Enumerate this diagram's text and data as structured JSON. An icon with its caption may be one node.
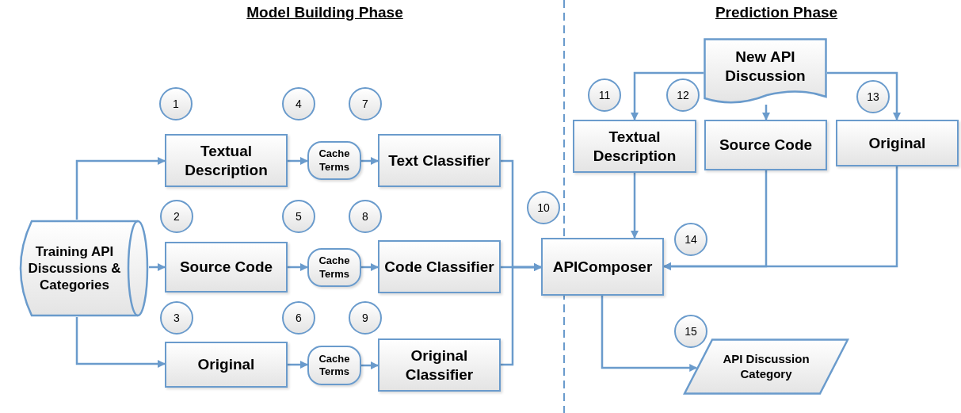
{
  "diagram": {
    "nodes": [
      {
        "text": [
          "Training API Discussions & Categories"
        ]
      },
      {
        "text": [
          "Textual Description"
        ]
      },
      {
        "text": [
          "Source Code"
        ]
      },
      {
        "text": [
          "Original"
        ]
      },
      {
        "text": [
          "Cache Terms"
        ]
      },
      {
        "text": [
          "Cache Terms"
        ]
      },
      {
        "text": [
          "Cache Terms"
        ]
      },
      {
        "text": [
          "Text Classifier"
        ]
      },
      {
        "text": [
          "Code Classifier"
        ]
      },
      {
        "text": [
          "Original Classifier"
        ]
      },
      {
        "text": [
          "APIComposer"
        ]
      },
      {
        "text": [
          "New API Discussion"
        ]
      },
      {
        "text": [
          "Textual Description"
        ]
      },
      {
        "text": [
          "Source Code"
        ]
      },
      {
        "text": [
          "Original"
        ]
      },
      {
        "text": [
          "API Discussion Category"
        ]
      },
      {
        "text": [
          "1"
        ]
      },
      {
        "text": [
          "2"
        ]
      },
      {
        "text": [
          "3"
        ]
      },
      {
        "text": [
          "4"
        ]
      },
      {
        "text": [
          "5"
        ]
      },
      {
        "text": [
          "6"
        ]
      },
      {
        "text": [
          "7"
        ]
      },
      {
        "text": [
          "8"
        ]
      },
      {
        "text": [
          "9"
        ]
      },
      {
        "text": [
          "10"
        ]
      },
      {
        "text": [
          "11"
        ]
      },
      {
        "text": [
          "12"
        ]
      },
      {
        "text": [
          "13"
        ]
      },
      {
        "text": [
          "14"
        ]
      },
      {
        "text": [
          "15"
        ]
      }
    ],
    "edges": [
      {
        "from": 0,
        "to": 1,
        "arrow": "to"
      },
      {
        "from": 0,
        "to": 2,
        "arrow": "to"
      },
      {
        "from": 0,
        "to": 3,
        "arrow": "to"
      },
      {
        "from": 1,
        "to": 4,
        "arrow": "to"
      },
      {
        "from": 2,
        "to": 5,
        "arrow": "to"
      },
      {
        "from": 3,
        "to": 6,
        "arrow": "to"
      },
      {
        "from": 4,
        "to": 7,
        "arrow": "to"
      },
      {
        "from": 5,
        "to": 8,
        "arrow": "to"
      },
      {
        "from": 6,
        "to": 9,
        "arrow": "to"
      },
      {
        "from": 7,
        "to": 10,
        "arrow": "to"
      },
      {
        "from": 8,
        "to": 10,
        "arrow": "to"
      },
      {
        "from": 9,
        "to": 10,
        "arrow": "to"
      },
      {
        "from": 11,
        "to": 12,
        "arrow": "to"
      },
      {
        "from": 11,
        "to": 13,
        "arrow": "to"
      },
      {
        "from": 11,
        "to": 14,
        "arrow": "to"
      },
      {
        "from": 12,
        "to": 10,
        "arrow": "to"
      },
      {
        "from": 13,
        "to": 10,
        "arrow": "to"
      },
      {
        "from": 14,
        "to": 10,
        "arrow": "to"
      },
      {
        "from": 10,
        "to": 15,
        "arrow": "to"
      }
    ],
    "labels": [
      "Model Building Phase",
      "Prediction Phase"
    ]
  }
}
